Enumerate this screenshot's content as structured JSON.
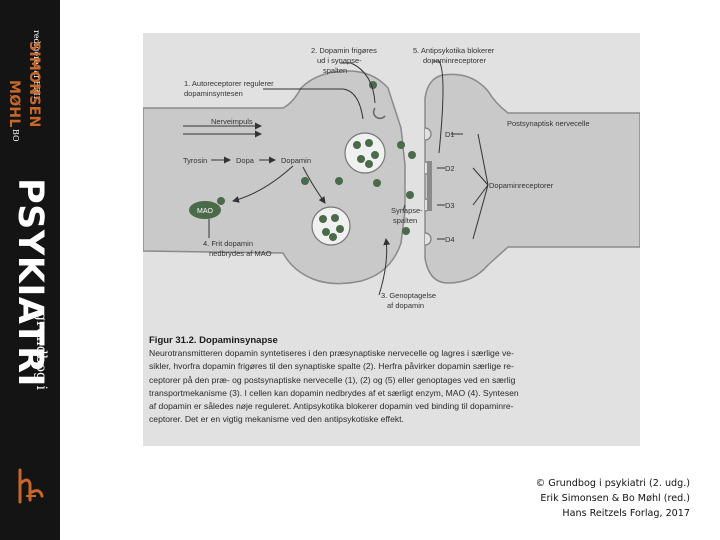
{
  "book_spine": {
    "editor_prefix": "redigeret af ERIK",
    "editor_surname": "SIMONSEN",
    "coeditor_prefix": "BO",
    "coeditor_surname": "MØHL",
    "title_main": "PSYKIATRI",
    "title_prefix": "grundbog i",
    "publisher_logo": "hr-logo"
  },
  "diagram": {
    "labels": {
      "l1": [
        "1. Autoreceptorer regulerer",
        "dopaminsyntesen"
      ],
      "l2": [
        "2. Dopamin frigøres",
        "ud i synapse-",
        "spalten"
      ],
      "l5": [
        "5. Antipsykotika blokerer",
        "dopaminreceptorer"
      ],
      "nerve": "Nerveimpuls",
      "post": "Postsynaptisk nervecelle",
      "tyrosin": "Tyrosin",
      "dopa": "Dopa",
      "dopamin": "Dopamin",
      "mao": "MAO",
      "d1": "D1",
      "d2": "D2",
      "d3": "D3",
      "d4": "D4",
      "receptors": "Dopaminreceptorer",
      "synapse": [
        "Synapse-",
        "spalten"
      ],
      "l4": [
        "4. Frit dopamin",
        "nedbrydes af MAO"
      ],
      "l3": [
        "3. Genoptagelse",
        "af dopamin"
      ]
    }
  },
  "caption": {
    "title": "Figur 31.2. Dopaminsynapse",
    "lines": [
      "Neurotransmitteren dopamin syntetiseres i den præsynaptiske nervecelle og lagres i særlige ve-",
      "sikler, hvorfra dopamin frigøres til den synaptiske spalte (2). Herfra påvirker dopamin særlige re-",
      "ceptorer på den præ- og postsynaptiske nervecelle (1), (2) og (5) eller genoptages ved en særlig",
      "transportmekanisme (3). I cellen kan dopamin nedbrydes af et særligt enzym, MAO (4). Syntesen",
      "af dopamin er således nøje reguleret. Antipsykotika blokerer dopamin ved binding til dopaminre-",
      "ceptorer. Det er en vigtig mekanisme ved den antipsykotiske effekt."
    ]
  },
  "credit": {
    "line1": "© Grundbog i psykiatri (2. udg.)",
    "line2": "Erik Simonsen & Bo Møhl (red.)",
    "line3": "Hans Reitzels Forlag, 2017"
  }
}
